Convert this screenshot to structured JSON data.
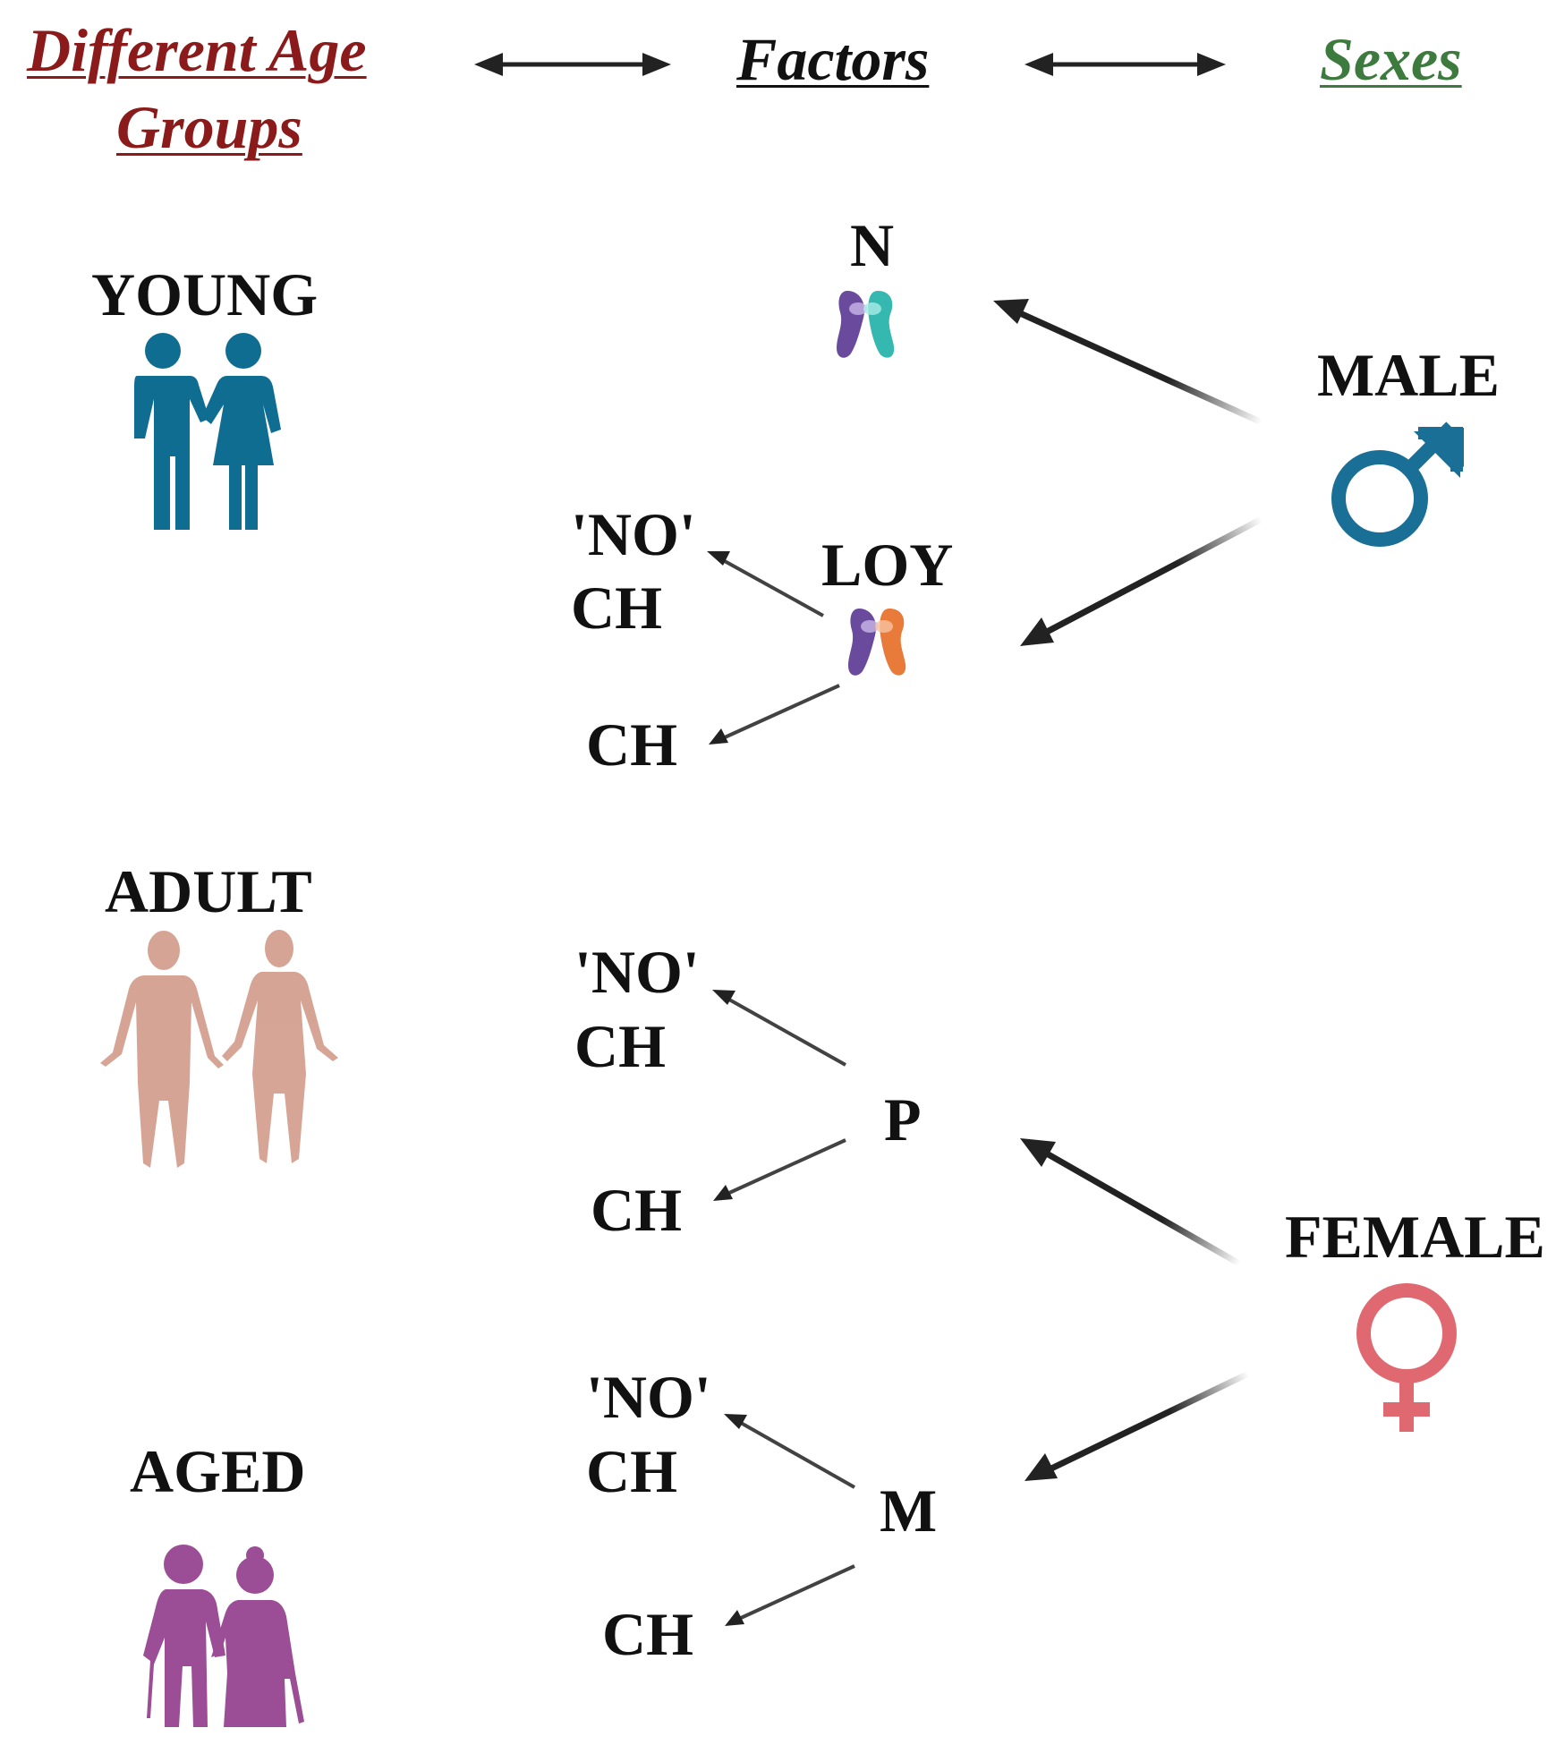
{
  "headers": {
    "age_groups_line1": "Different Age",
    "age_groups_line2": "Groups",
    "factors": "Factors",
    "sexes": "Sexes"
  },
  "age_groups": {
    "young": "YOUNG",
    "adult": "ADULT",
    "aged": "AGED"
  },
  "factors": {
    "n": "N",
    "loy": "LOY",
    "p": "P",
    "m": "M"
  },
  "outcomes": {
    "no_ch_line1": "'NO'",
    "no_ch_line2": "CH",
    "ch": "CH"
  },
  "sexes": {
    "male": "MALE",
    "female": "FEMALE"
  },
  "colors": {
    "age_header": "#8b1a1a",
    "sexes_header": "#3d7a3d",
    "young_figures": "#0f6d91",
    "adult_figures": "#d4a090",
    "aged_figures": "#9b4e95",
    "male_symbol": "#1a6f96",
    "female_symbol": "#e06870",
    "chromosome_purple": "#6a4a9c",
    "chromosome_teal": "#35b8b0",
    "chromosome_orange": "#e87a3a",
    "arrow": "#222222"
  },
  "icons": [
    "double-arrow-icon",
    "chromosome-pair-icon",
    "male-symbol-icon",
    "female-symbol-icon",
    "young-couple-icon",
    "adult-couple-icon",
    "aged-couple-icon"
  ]
}
